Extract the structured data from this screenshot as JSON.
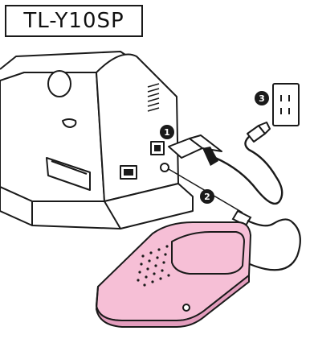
{
  "model": {
    "label": "TL-Y10SP"
  },
  "callouts": [
    {
      "number": "1",
      "target": "power-cord-connector"
    },
    {
      "number": "2",
      "target": "foot-controller-jack"
    },
    {
      "number": "3",
      "target": "wall-outlet"
    }
  ],
  "colors": {
    "line": "#1a1a1a",
    "pedal_fill": "#f6bfd6",
    "pedal_shadow": "#e39dbd",
    "machine_fill": "#ffffff",
    "callout_fill": "#1a1a1a"
  }
}
